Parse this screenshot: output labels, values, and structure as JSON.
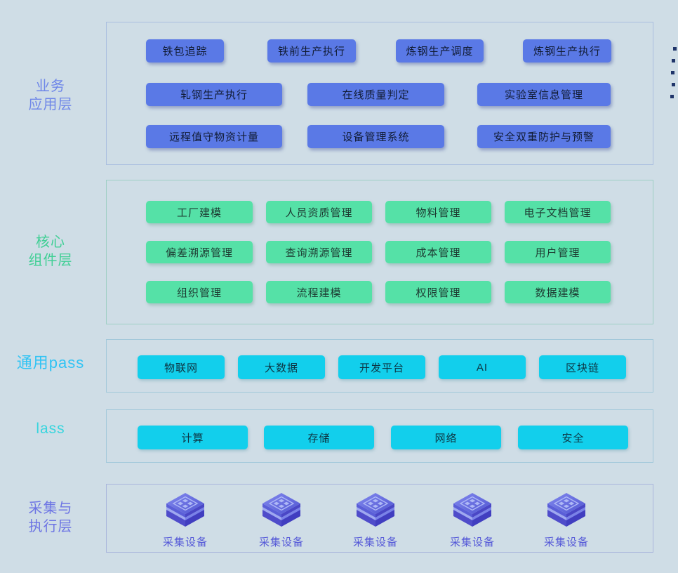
{
  "layers": {
    "business": {
      "label_line1": "业务",
      "label_line2": "应用层",
      "rows": [
        [
          "铁包追踪",
          "铁前生产执行",
          "炼钢生产调度",
          "炼钢生产执行"
        ],
        [
          "轧钢生产执行",
          "在线质量判定",
          "实验室信息管理"
        ],
        [
          "远程值守物资计量",
          "设备管理系统",
          "安全双重防护与预警"
        ]
      ]
    },
    "core": {
      "label_line1": "核心",
      "label_line2": "组件层",
      "rows": [
        [
          "工厂建模",
          "人员资质管理",
          "物料管理",
          "电子文档管理"
        ],
        [
          "偏差溯源管理",
          "查询溯源管理",
          "成本管理",
          "用户管理"
        ],
        [
          "组织管理",
          "流程建模",
          "权限管理",
          "数据建模"
        ]
      ]
    },
    "paas": {
      "label": "通用pass",
      "buttons": [
        "物联网",
        "大数据",
        "开发平台",
        "AI",
        "区块链"
      ]
    },
    "iaas": {
      "label": "lass",
      "buttons": [
        "计算",
        "存储",
        "网络",
        "安全"
      ]
    },
    "edge": {
      "label_line1": "采集与",
      "label_line2": "执行层",
      "device_label": "采集设备"
    }
  },
  "colors": {
    "background": "#cfdde6",
    "business_button": "#5a79e6",
    "core_button": "#55e1a7",
    "paas_button": "#12cfec",
    "business_label": "#6f87e8",
    "core_label": "#40cf95",
    "paas_label": "#2fc3f4",
    "iaas_label": "#38d5de",
    "edge_label": "#6c74e4",
    "device_label": "#565ad8",
    "dash": "#20356a"
  }
}
